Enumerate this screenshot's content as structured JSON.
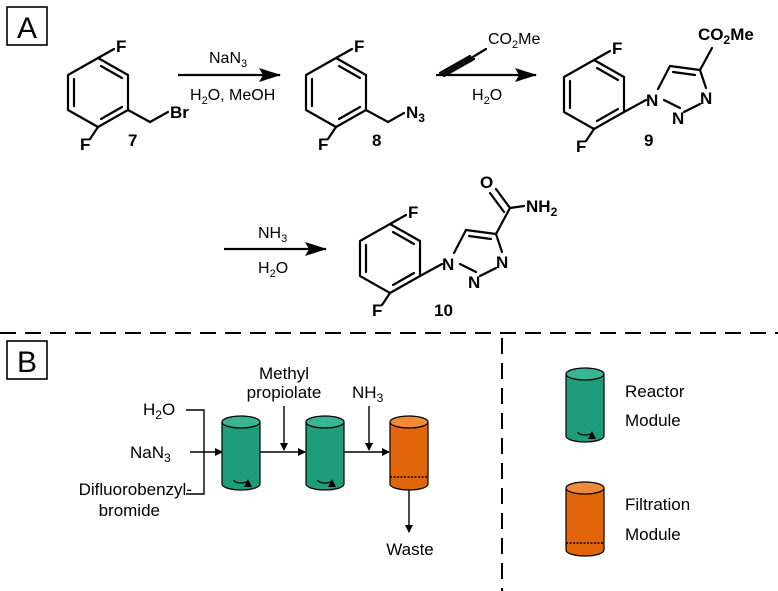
{
  "panel_a": {
    "label": "A",
    "compounds": {
      "c7": {
        "number": "7",
        "substituent": "Br",
        "f_top": "F",
        "f_bottom": "F"
      },
      "c8": {
        "number": "8",
        "substituent": "N",
        "substituent_sub": "3",
        "f_top": "F",
        "f_bottom": "F"
      },
      "c9": {
        "number": "9",
        "ester": "CO",
        "ester_sub": "2",
        "ester_tail": "Me",
        "n1": "N",
        "n2": "N",
        "n3": "N",
        "f_top": "F",
        "f_bottom": "F"
      },
      "c10": {
        "number": "10",
        "carbonyl_o": "O",
        "amide": "NH",
        "amide_sub": "2",
        "n1": "N",
        "n2": "N",
        "n3": "N",
        "f_top": "F",
        "f_bottom": "F"
      }
    },
    "steps": {
      "step1": {
        "reagent_main": "NaN",
        "reagent_sub": "3",
        "solvent_a": "H",
        "solvent_a_sub": "2",
        "solvent_a_tail": "O, MeOH"
      },
      "step2": {
        "reagent_ester": "CO",
        "reagent_ester_sub": "2",
        "reagent_ester_tail": "Me",
        "solvent": "H",
        "solvent_sub": "2",
        "solvent_tail": "O"
      },
      "step3": {
        "reagent": "NH",
        "reagent_sub": "3",
        "solvent": "H",
        "solvent_sub": "2",
        "solvent_tail": "O"
      }
    }
  },
  "panel_b": {
    "label": "B",
    "inputs": {
      "water": {
        "text": "H",
        "sub": "2",
        "tail": "O"
      },
      "azide": {
        "text": "NaN",
        "sub": "3"
      },
      "bromide_line1": "Difluorobenzyl-",
      "bromide_line2": "bromide",
      "propiolate_line1": "Methyl",
      "propiolate_line2": "propiolate",
      "ammonia": {
        "text": "NH",
        "sub": "3"
      },
      "waste": "Waste"
    },
    "legend": {
      "reactor_line1": "Reactor",
      "reactor_line2": "Module",
      "filtration_line1": "Filtration",
      "filtration_line2": "Module"
    },
    "colors": {
      "reactor": "#1f9c7a",
      "reactor_top": "#38b691",
      "filtration": "#e0650b",
      "filtration_top": "#f08a3a"
    }
  }
}
